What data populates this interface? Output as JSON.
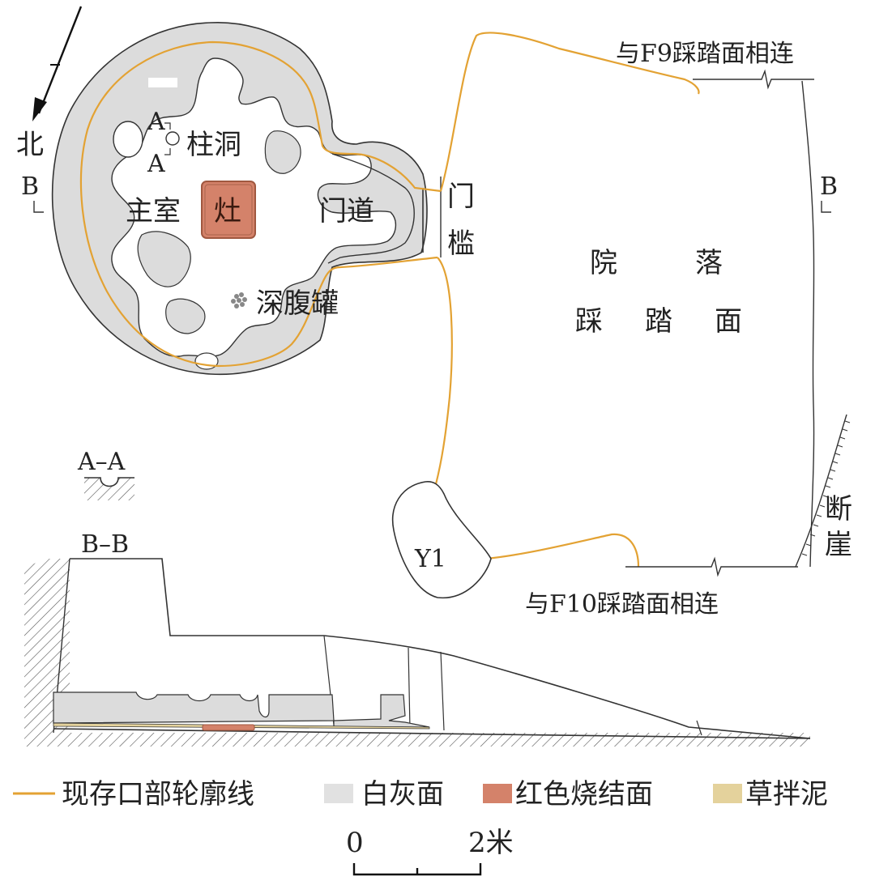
{
  "labels": {
    "north": "北",
    "section_b_left": "B",
    "section_b_right": "B",
    "section_a_top": "A",
    "section_a_bottom": "A",
    "pillar_hole": "柱洞",
    "main_room": "主室",
    "hearth": "灶",
    "doorway": "门道",
    "threshold_1": "门",
    "threshold_2": "槛",
    "deep_jar": "深腹罐",
    "courtyard_1": "院",
    "courtyard_2": "落",
    "tread_1": "踩",
    "tread_2": "踏",
    "tread_3": "面",
    "connect_f9": "与F9踩踏面相连",
    "connect_f10": "与F10踩踏面相连",
    "y1": "Y1",
    "cliff_1": "断",
    "cliff_2": "崖",
    "section_aa": "A–A",
    "section_bb": "B–B"
  },
  "legend": [
    {
      "label": "现存口部轮廓线",
      "color": "#e3a233",
      "kind": "line"
    },
    {
      "label": "白灰面",
      "color": "#e1e1e1",
      "kind": "swatch"
    },
    {
      "label": "红色烧结面",
      "color": "#d4826a",
      "kind": "swatch"
    },
    {
      "label": "草拌泥",
      "color": "#e4d29c",
      "kind": "swatch"
    }
  ],
  "scale": {
    "zero": "0",
    "max": "2米"
  },
  "colors": {
    "outline": "#e3a233",
    "lime_floor": "#e1e1e1",
    "burnt": "#d4826a",
    "straw_mud": "#e4d29c",
    "ink": "#222222"
  }
}
